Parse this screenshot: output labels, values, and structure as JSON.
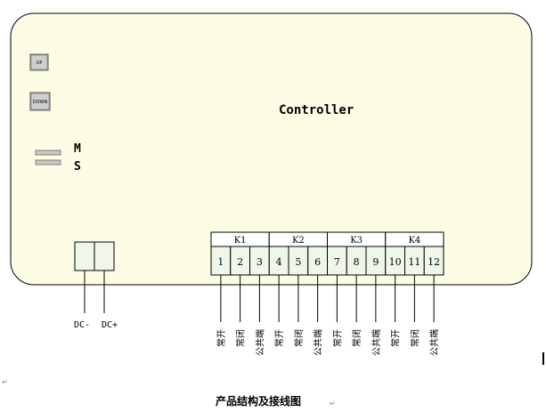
{
  "controller": {
    "title": "Controller",
    "buttons": [
      {
        "id": "up",
        "label": "UP"
      },
      {
        "id": "down",
        "label": "DOWN"
      }
    ],
    "ms_labels": [
      "M",
      "S"
    ]
  },
  "power": {
    "terminals": [
      "DC-",
      "DC+"
    ]
  },
  "relays": {
    "groups": [
      {
        "name": "K1",
        "terminals": [
          "1",
          "2",
          "3"
        ]
      },
      {
        "name": "K2",
        "terminals": [
          "4",
          "5",
          "6"
        ]
      },
      {
        "name": "K3",
        "terminals": [
          "7",
          "8",
          "9"
        ]
      },
      {
        "name": "K4",
        "terminals": [
          "10",
          "11",
          "12"
        ]
      }
    ],
    "wire_labels": [
      "常开",
      "常闭",
      "公共端"
    ]
  },
  "caption": "产品结构及接线图",
  "paragraph_mark": "↵"
}
